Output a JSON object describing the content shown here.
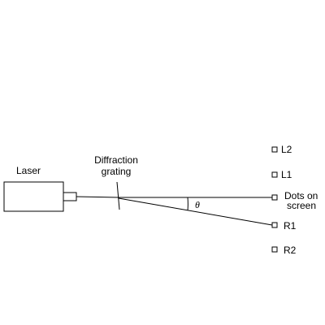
{
  "labels": {
    "laser": "Laser",
    "grating_line1": "Diffraction",
    "grating_line2": "grating",
    "angle": "θ",
    "center_line1": "Dots on",
    "center_line2": "screen",
    "L1": "L1",
    "L2": "L2",
    "R1": "R1",
    "R2": "R2"
  }
}
